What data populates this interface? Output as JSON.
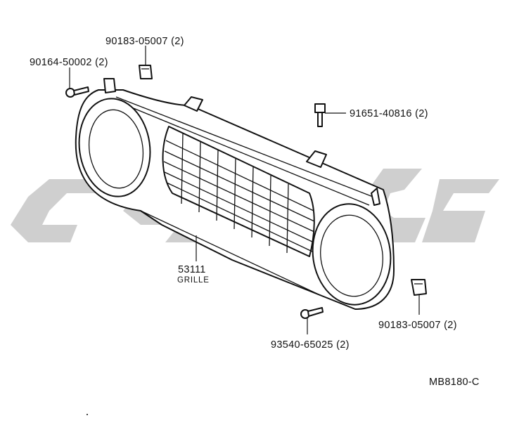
{
  "callouts": {
    "clip_top": "90183-05007 (2)",
    "screw_left": "90164-50002 (2)",
    "bolt_right": "91651-40816 (2)",
    "grille_number": "53111",
    "grille_name": "GRILLE",
    "screw_bottom": "93540-65025 (2)",
    "clip_right": "90183-05007 (2)"
  },
  "diagram_code": "MB8180-C"
}
